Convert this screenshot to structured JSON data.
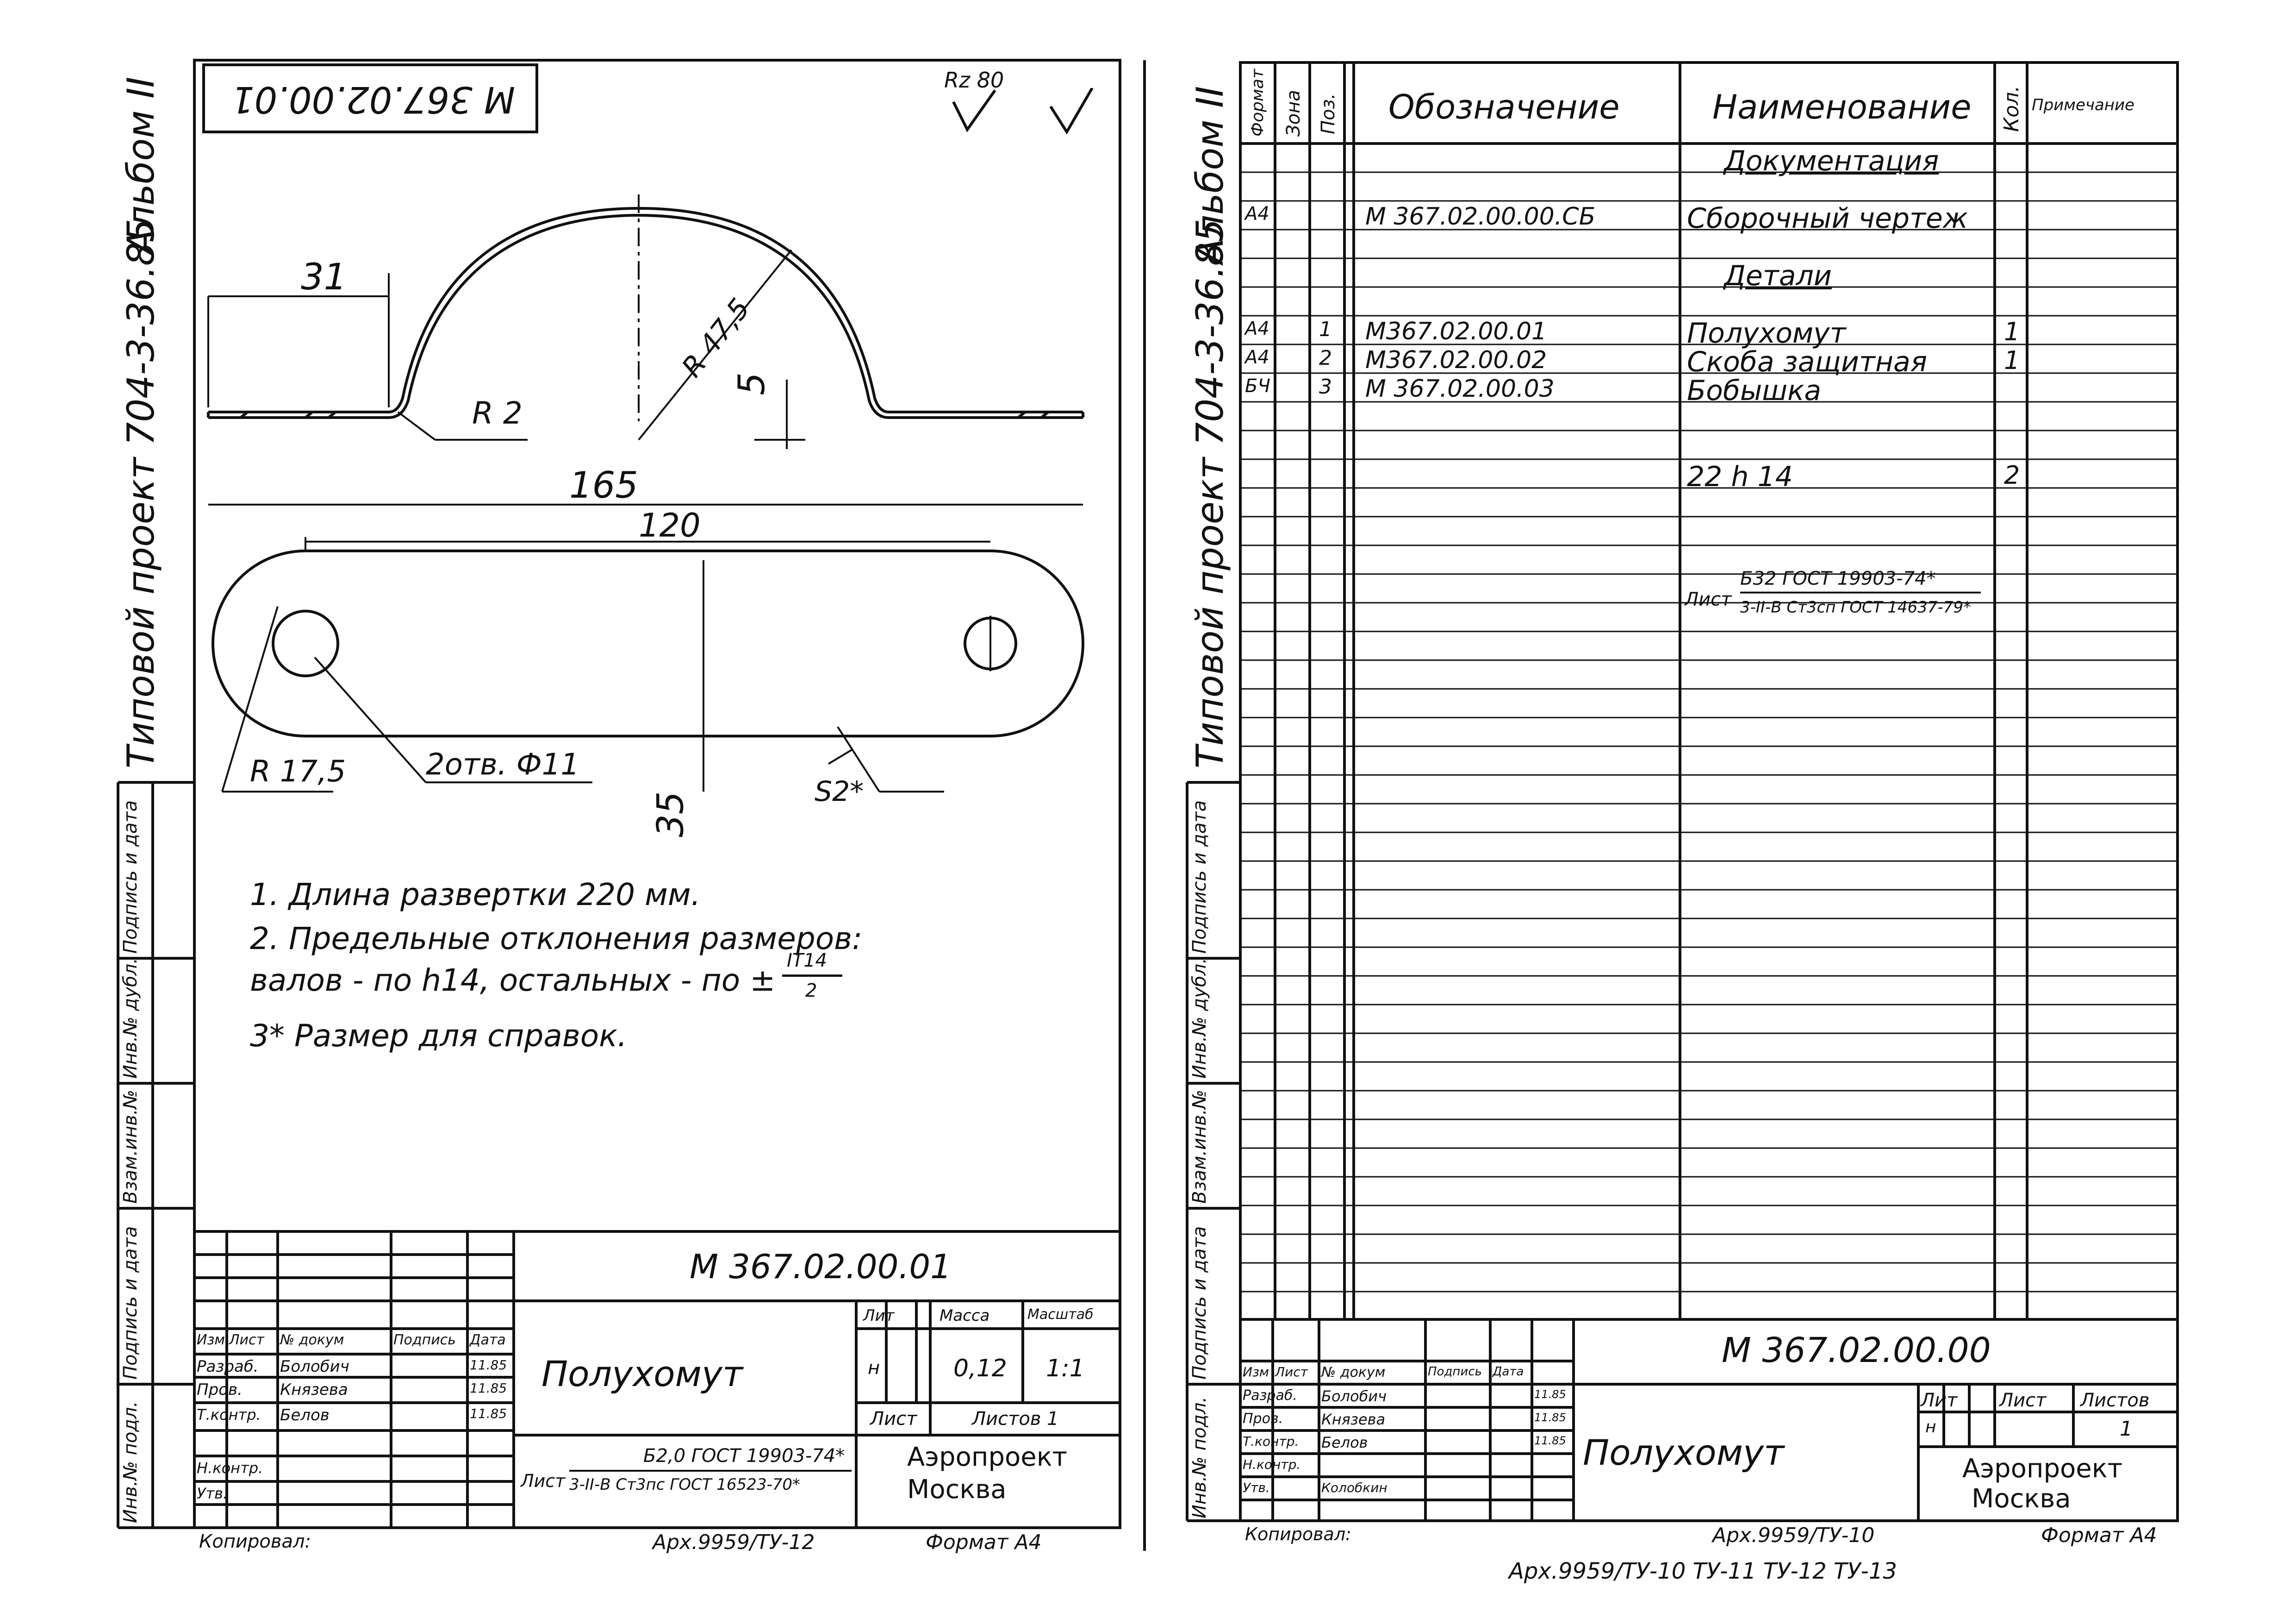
{
  "left_sheet": {
    "designation_mirrored": "М 367.02.00.01",
    "roughness": "Rz 80",
    "side_title": "Типовой проект 704-3-36.85",
    "album": "Альбом II",
    "dims": {
      "d31": "31",
      "r47": "R 47,5",
      "d5": "5",
      "r2": "R 2",
      "d165": "165",
      "d120": "120",
      "d35": "35",
      "r17": "R 17,5",
      "holes": "2отв. Ф11",
      "s2": "S2*"
    },
    "notes": [
      "1. Длина развертки 220 мм.",
      "2. Предельные отклонения размеров:",
      "валов - по h14, остальных - по ±",
      "3* Размер для справок."
    ],
    "note_frac_num": "IT14",
    "note_frac_den": "2",
    "side_stamps": [
      "Подпись и дата",
      "Инв.№ дубл.",
      "Взам.инв.№",
      "Подпись и дата",
      "Инв.№ подл."
    ],
    "title_block": {
      "designation": "М 367.02.00.01",
      "name": "Полухомут",
      "lit_label": "Лит",
      "mass_label": "Масса",
      "scale_label": "Масштаб",
      "lit": "н",
      "mass": "0,12",
      "scale": "1:1",
      "sheet_label": "Лист",
      "sheets_label": "Листов 1",
      "material_top": "Б2,0 ГОСТ 19903-74*",
      "material_bottom": "3-II-В Ст3пс ГОСТ 16523-70*",
      "material_prefix": "Лист",
      "org": "Аэропроект",
      "city": "Москва",
      "rows": [
        {
          "a": "Изм",
          "b": "Лист",
          "c": "№ докум",
          "d": "Подпись",
          "e": "Дата"
        },
        {
          "a": "Разраб.",
          "b": "",
          "c": "Болобич",
          "d": "",
          "e": "11.85"
        },
        {
          "a": "Пров.",
          "b": "",
          "c": "Князева",
          "d": "",
          "e": "11.85"
        },
        {
          "a": "Т.контр.",
          "b": "",
          "c": "Белов",
          "d": "",
          "e": "11.85"
        },
        {
          "a": "Н.контр.",
          "b": "",
          "c": "",
          "d": "",
          "e": ""
        },
        {
          "a": "Утв.",
          "b": "",
          "c": "",
          "d": "",
          "e": ""
        }
      ]
    },
    "copied": "Копировал:",
    "archive": "Арх.9959/ТУ-12",
    "format": "Формат А4"
  },
  "right_sheet": {
    "side_title": "Типовой проект 704-3-36.85",
    "album": "Альбом II",
    "headers": {
      "format": "Формат",
      "zone": "Зона",
      "pos": "Поз.",
      "designation": "Обозначение",
      "name": "Наименование",
      "qty": "Кол.",
      "note": "Примечание"
    },
    "rows": [
      {
        "fmt": "",
        "zone": "",
        "pos": "",
        "des": "",
        "name": "Документация",
        "qty": "",
        "underline": true
      },
      {
        "fmt": "",
        "zone": "",
        "pos": "",
        "des": "",
        "name": "",
        "qty": ""
      },
      {
        "fmt": "А4",
        "zone": "",
        "pos": "",
        "des": "М 367.02.00.00.СБ",
        "name": "Сборочный чертеж",
        "qty": ""
      },
      {
        "fmt": "",
        "zone": "",
        "pos": "",
        "des": "",
        "name": "",
        "qty": ""
      },
      {
        "fmt": "",
        "zone": "",
        "pos": "",
        "des": "",
        "name": "Детали",
        "qty": "",
        "underline": true
      },
      {
        "fmt": "",
        "zone": "",
        "pos": "",
        "des": "",
        "name": "",
        "qty": ""
      },
      {
        "fmt": "А4",
        "zone": "",
        "pos": "1",
        "des": "М367.02.00.01",
        "name": "Полухомут",
        "qty": "1"
      },
      {
        "fmt": "А4",
        "zone": "",
        "pos": "2",
        "des": "М367.02.00.02",
        "name": "Скоба защитная",
        "qty": "1"
      },
      {
        "fmt": "БЧ",
        "zone": "",
        "pos": "3",
        "des": "М 367.02.00.03",
        "name": "Бобышка",
        "qty": ""
      },
      {
        "fmt": "",
        "zone": "",
        "pos": "",
        "des": "",
        "name": "",
        "qty": ""
      },
      {
        "fmt": "",
        "zone": "",
        "pos": "",
        "des": "",
        "name": "",
        "qty": ""
      },
      {
        "fmt": "",
        "zone": "",
        "pos": "",
        "des": "",
        "name": "22 h 14",
        "qty": "2"
      }
    ],
    "material_prefix": "Лист",
    "material_top": "Б32 ГОСТ 19903-74*",
    "material_bottom": "3-II-В Ст3сп ГОСТ 14637-79*",
    "title_block": {
      "designation": "М 367.02.00.00",
      "name": "Полухомут",
      "lit_label": "Лит",
      "sheet_label": "Лист",
      "sheets_label": "Листов",
      "lit": "н",
      "sheets": "1",
      "org": "Аэропроект",
      "city": "Москва",
      "rows": [
        {
          "a": "Изм",
          "b": "Лист",
          "c": "№ докум",
          "d": "Подпись",
          "e": "Дата"
        },
        {
          "a": "Разраб.",
          "b": "",
          "c": "Болобич",
          "d": "",
          "e": "11.85"
        },
        {
          "a": "Пров.",
          "b": "",
          "c": "Князева",
          "d": "",
          "e": "11.85"
        },
        {
          "a": "Т.контр.",
          "b": "",
          "c": "Белов",
          "d": "",
          "e": "11.85"
        },
        {
          "a": "Н.контр.",
          "b": "",
          "c": "",
          "d": "",
          "e": ""
        },
        {
          "a": "Утв.",
          "b": "",
          "c": "Колобкин",
          "d": "",
          "e": ""
        }
      ]
    },
    "copied": "Копировал:",
    "archive": "Арх.9959/ТУ-10",
    "format": "Формат А4"
  },
  "footer_archive": "Арх.9959/ТУ-10 ТУ-11 ТУ-12 ТУ-13"
}
